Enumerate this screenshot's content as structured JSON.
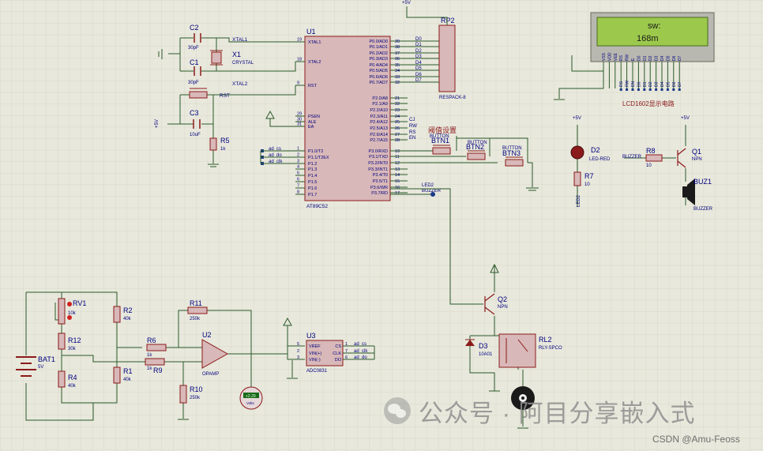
{
  "colors": {
    "background": "#e8e8dc",
    "grid": "#d2d2c3",
    "wire": "#2a5a2a",
    "component": "#8b1a1a",
    "chip_fill": "#d8b8b8",
    "text": "#000080",
    "lcd_screen": "#9cc94c"
  },
  "power": {
    "vcc": "+5V"
  },
  "mcu": {
    "ref": "U1",
    "part": "AT89C52",
    "left_pins": [
      {
        "num": "19",
        "name": "XTAL1"
      },
      {
        "num": "18",
        "name": "XTAL2"
      },
      {
        "num": "9",
        "name": "RST"
      },
      {
        "num": "29",
        "name": "PSEN"
      },
      {
        "num": "30",
        "name": "ALE"
      },
      {
        "num": "31",
        "name": "EA"
      },
      {
        "num": "1",
        "name": "P1.0/T2"
      },
      {
        "num": "2",
        "name": "P1.1/T2EX"
      },
      {
        "num": "3",
        "name": "P1.2"
      },
      {
        "num": "4",
        "name": "P1.3"
      },
      {
        "num": "5",
        "name": "P1.4"
      },
      {
        "num": "6",
        "name": "P1.5"
      },
      {
        "num": "7",
        "name": "P1.6"
      },
      {
        "num": "8",
        "name": "P1.7"
      }
    ],
    "p0_pins": [
      {
        "num": "39",
        "name": "P0.0/AD0"
      },
      {
        "num": "38",
        "name": "P0.1/AD1"
      },
      {
        "num": "37",
        "name": "P0.2/AD2"
      },
      {
        "num": "36",
        "name": "P0.3/AD3"
      },
      {
        "num": "35",
        "name": "P0.4/AD4"
      },
      {
        "num": "34",
        "name": "P0.5/AD5"
      },
      {
        "num": "33",
        "name": "P0.6/AD6"
      },
      {
        "num": "32",
        "name": "P0.7/AD7"
      }
    ],
    "p2_pins": [
      {
        "num": "21",
        "name": "P2.0/A8"
      },
      {
        "num": "22",
        "name": "P2.1/A9"
      },
      {
        "num": "23",
        "name": "P2.2/A10"
      },
      {
        "num": "24",
        "name": "P2.3/A11"
      },
      {
        "num": "25",
        "name": "P2.4/A12"
      },
      {
        "num": "26",
        "name": "P2.5/A13"
      },
      {
        "num": "27",
        "name": "P2.6/A14"
      },
      {
        "num": "28",
        "name": "P2.7/A15"
      }
    ],
    "p3_pins": [
      {
        "num": "10",
        "name": "P3.0/RXD"
      },
      {
        "num": "11",
        "name": "P3.1/TXD"
      },
      {
        "num": "12",
        "name": "P3.2/INT0"
      },
      {
        "num": "13",
        "name": "P3.3/INT1"
      },
      {
        "num": "14",
        "name": "P3.4/T0"
      },
      {
        "num": "15",
        "name": "P3.5/T1"
      },
      {
        "num": "16",
        "name": "P3.6/WR"
      },
      {
        "num": "17",
        "name": "P3.7/RD"
      }
    ],
    "data_net_labels": [
      "D0",
      "D1",
      "D2",
      "D3",
      "D4",
      "D5",
      "D6",
      "D7"
    ],
    "p2_net_labels": [
      "CJ",
      "RW",
      "RS",
      "EN"
    ],
    "p3_net_labels": [
      "LED2",
      "BUZZER"
    ],
    "p1_net_labels": [
      "ad_cs",
      "ad_do",
      "ad_clk"
    ]
  },
  "crystal": {
    "ref": "X1",
    "part": "CRYSTAL",
    "net1": "XTAL1",
    "net2": "XTAL2"
  },
  "caps": [
    {
      "ref": "C2",
      "value": "30pF"
    },
    {
      "ref": "C1",
      "value": "30pF"
    },
    {
      "ref": "C3",
      "value": "10uF"
    }
  ],
  "rst_net": "RST",
  "r5": {
    "ref": "R5",
    "value": "1k"
  },
  "respack": {
    "ref": "RP2",
    "part": "RESPACK-8"
  },
  "buttons": {
    "label_cn": "阈值设置",
    "items": [
      {
        "ref": "BTN1",
        "part": "BUTTON"
      },
      {
        "ref": "BTN2",
        "part": "BUTTON"
      },
      {
        "ref": "BTN3",
        "part": "BUTTON"
      }
    ]
  },
  "lcd": {
    "ref": "LCD1602显示电路",
    "line1": "sw:",
    "line2": "168m",
    "pins": [
      "VSS",
      "VDD",
      "VEE",
      "RS",
      "RW",
      "E",
      "D0",
      "D1",
      "D2",
      "D3",
      "D4",
      "D5",
      "D6",
      "D7"
    ],
    "nets": [
      "RS",
      "RW",
      "EN",
      "D0",
      "D1",
      "D2",
      "D3",
      "D4",
      "D5",
      "D6",
      "D7"
    ]
  },
  "led": {
    "ref": "D2",
    "part": "LED-RED",
    "net": "LED2"
  },
  "r7": {
    "ref": "R7",
    "value": "10"
  },
  "buzzer_net": "BUZZER",
  "r8": {
    "ref": "R8",
    "value": "10"
  },
  "q1": {
    "ref": "Q1",
    "type": "NPN"
  },
  "buz": {
    "ref": "BUZ1",
    "part": "BUZZER"
  },
  "bridge": {
    "bat": {
      "ref": "BAT1",
      "value": "5V"
    },
    "rv1": {
      "ref": "RV1",
      "value": "10k"
    },
    "r12": {
      "ref": "R12",
      "value": "30k"
    },
    "r4": {
      "ref": "R4",
      "value": "40k"
    },
    "r2": {
      "ref": "R2",
      "value": "40k"
    },
    "r1": {
      "ref": "R1",
      "value": "40k"
    }
  },
  "amp": {
    "r11": {
      "ref": "R11",
      "value": "250k"
    },
    "r6": {
      "ref": "R6",
      "value": "1k"
    },
    "r9": {
      "ref": "R9",
      "value": "1k"
    },
    "r10": {
      "ref": "R10",
      "value": "250k"
    },
    "u2": {
      "ref": "U2",
      "part": "OPAMP"
    },
    "voltmeter": {
      "reading": "+2.29",
      "unit": "Volts"
    }
  },
  "adc": {
    "ref": "U3",
    "part": "ADC0831",
    "pins_left": [
      {
        "num": "5",
        "name": "VREF"
      },
      {
        "num": "2",
        "name": "VIN(+)"
      },
      {
        "num": "3",
        "name": "VIN(-)"
      }
    ],
    "pins_right": [
      {
        "num": "1",
        "name": "CS"
      },
      {
        "num": "7",
        "name": "CLK"
      },
      {
        "num": "6",
        "name": "DO"
      }
    ],
    "nets": [
      "ad_cs",
      "ad_clk",
      "ad_do"
    ]
  },
  "relay": {
    "q2": {
      "ref": "Q2",
      "type": "NPN"
    },
    "d3": {
      "ref": "D3",
      "part": "10A01"
    },
    "rl2": {
      "ref": "RL2",
      "part": "RLY-SPCO"
    }
  },
  "watermark": {
    "text": "公众号 · 阿目分享嵌入式",
    "credit": "CSDN @Amu-Feoss"
  }
}
